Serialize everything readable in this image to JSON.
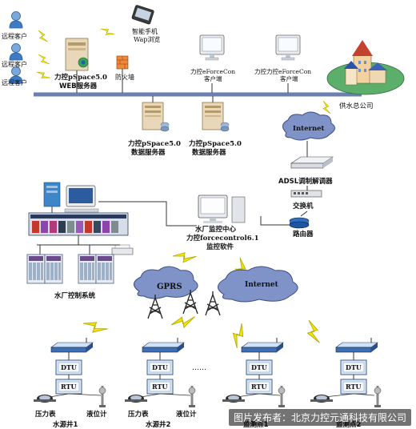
{
  "labels": {
    "remote_client_1": "远程客户",
    "remote_client_2": "远程客户",
    "remote_client_3": "远程客户",
    "smartphone": "智能手机",
    "wap": "Wap浏览",
    "web_server_1": "力控pSpace5.0",
    "web_server_2": "WEB服务器",
    "firewall": "防火墙",
    "client_a_1": "力控eForceCon",
    "client_a_2": "客户端",
    "client_b_1": "力控力控eForceCon",
    "client_b_2": "客户端",
    "hq": "供水总公司",
    "data_server_a_1": "力控pSpace5.0",
    "data_server_a_2": "数据服务器",
    "data_server_b_1": "力控pSpace5.0",
    "data_server_b_2": "数据服务器",
    "internet_top": "Internet",
    "adsl_modem": "ADSL调制解调器",
    "switch": "交换机",
    "router": "路由器",
    "monitor_center_1": "水厂监控中心",
    "monitor_center_2": "力控forcecontrol6.1",
    "monitor_center_3": "监控软件",
    "gprs": "GPRS",
    "internet_bottom": "Internet",
    "plant_control": "水厂控制系统",
    "dtu": "DTU",
    "rtu": "RTU",
    "ellipsis": "……",
    "pressure_gauge": "压力表",
    "level_meter": "液位计",
    "well_1": "水源井1",
    "well_2": "水源井2",
    "monitor_point_1": "监测点1",
    "monitor_point_2": "监测点2"
  },
  "watermark": "图片发布者：北京力控元通科技有限公司",
  "colors": {
    "bus": "#6b7fb0",
    "lightning": "#f2e600",
    "cloud": "#7f93c9",
    "monitor": "#d9e4ee",
    "server": "#e8d7b8"
  }
}
